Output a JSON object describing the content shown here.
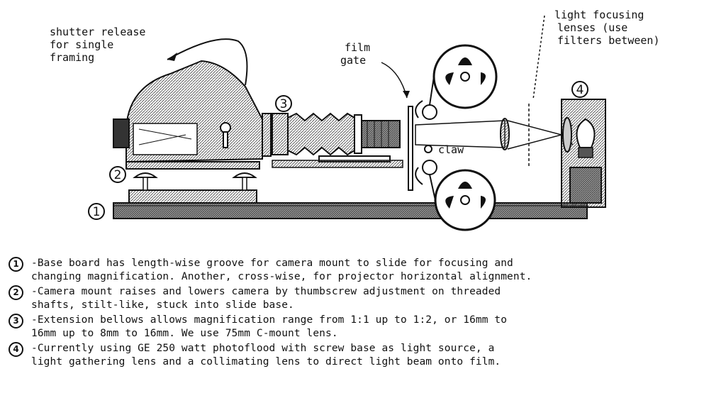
{
  "labels": {
    "shutter": [
      "shutter release",
      "for single",
      "framing"
    ],
    "gate": [
      "film",
      "gate"
    ],
    "lenses": [
      "light focusing",
      "lenses (use",
      "filters between)"
    ],
    "claw": "claw"
  },
  "markers": [
    "1",
    "2",
    "3",
    "4"
  ],
  "notes": [
    {
      "num": "1",
      "text": "-Base board has length-wise groove for camera mount to slide for focusing and\nchanging magnification. Another, cross-wise, for projector horizontal alignment."
    },
    {
      "num": "2",
      "text": "-Camera mount raises and lowers camera by thumbscrew adjustment on threaded\nshafts, stilt-like, stuck into slide base."
    },
    {
      "num": "3",
      "text": "-Extension bellows allows magnification range from 1:1 up to 1:2, or 16mm to\n16mm up to 8mm to 16mm. We use 75mm C-mount lens."
    },
    {
      "num": "4",
      "text": "-Currently using GE 250 watt photoflood with screw base as light source, a\nlight gathering lens and a collimating lens to direct light beam onto film."
    }
  ]
}
